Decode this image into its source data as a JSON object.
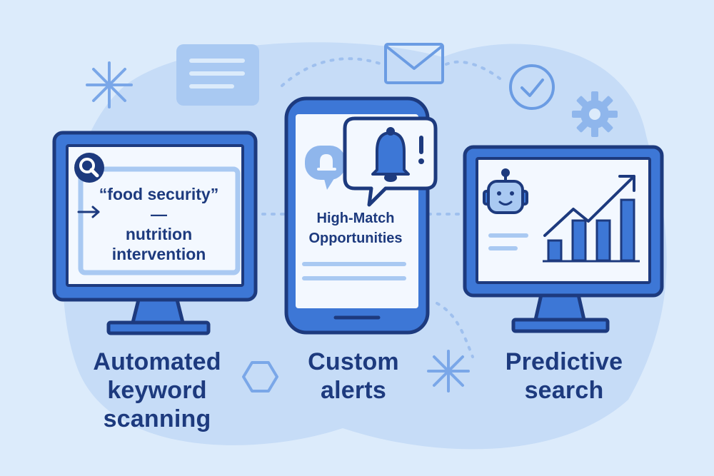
{
  "keyword_scanning": {
    "search_query": "“food security”",
    "separator": "—",
    "query_line_2": "nutrition",
    "query_line_3": "intervention",
    "caption_line_1": "Automated",
    "caption_line_2": "keyword",
    "caption_line_3": "scanning",
    "icons": [
      "search-icon",
      "arrow-right-icon"
    ]
  },
  "custom_alerts": {
    "notification_line_1": "High-Match",
    "notification_line_2": "Opportunities",
    "caption_line_1": "Custom",
    "caption_line_2": "alerts",
    "icons": [
      "bell-icon",
      "exclamation-icon",
      "chat-bubble-icon"
    ]
  },
  "predictive_search": {
    "caption_line_1": "Predictive",
    "caption_line_2": "search",
    "icons": [
      "robot-icon",
      "trend-arrow-icon",
      "bar-chart-icon"
    ]
  },
  "decorations": {
    "icons": [
      "document-icon",
      "envelope-icon",
      "check-circle-icon",
      "gear-icon",
      "sparkle-icon",
      "hexagon-icon"
    ]
  },
  "colors": {
    "background": "#dcebfb",
    "blob": "#c6dcf7",
    "outline": "#1d3a7e",
    "accent": "#3d77d6",
    "light_fill": "#a9c9f2",
    "screen": "#f3f8ff"
  }
}
